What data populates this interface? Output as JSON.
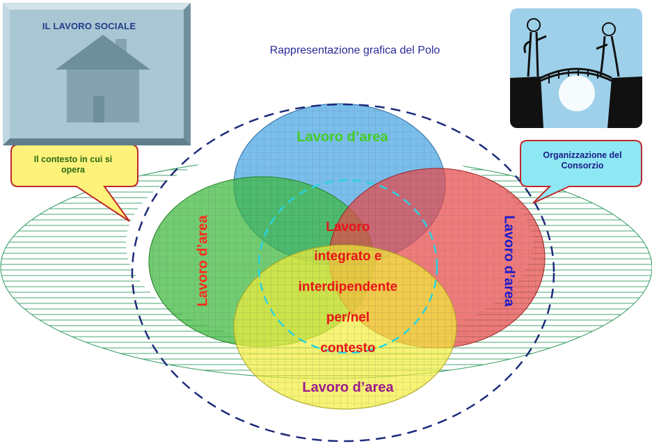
{
  "header": {
    "title": "Rappresentazione grafica del Polo",
    "house_label": "IL LAVORO SOCIALE"
  },
  "callouts": {
    "left": "Il contesto in cui si opera",
    "right": "Organizzazione del Consorzio"
  },
  "circles": {
    "top": {
      "label": "Lavoro d’area",
      "color": "#4ea8e6"
    },
    "left": {
      "label": "Lavoro d’area",
      "color": "#3cb83c"
    },
    "right": {
      "label": "Lavoro d’area",
      "color": "#e84848"
    },
    "bottom": {
      "label": "Lavoro d’area",
      "color": "#f2ee3a"
    }
  },
  "center": {
    "lines": [
      "Lavoro",
      "integrato e",
      "interdipendente",
      "per/nel",
      "contesto"
    ]
  },
  "colors": {
    "outer_ellipse_hatch": "#2e9a5e",
    "dashed_outer": "#1c2a7a",
    "dashed_inner": "#28d4e0",
    "callout_left_fill": "#fff27a",
    "callout_left_border": "#c0282a",
    "callout_right_fill": "#8ee8f4",
    "callout_right_border": "#c0282a"
  },
  "icons": [
    "house-icon",
    "bridge-illustration"
  ]
}
